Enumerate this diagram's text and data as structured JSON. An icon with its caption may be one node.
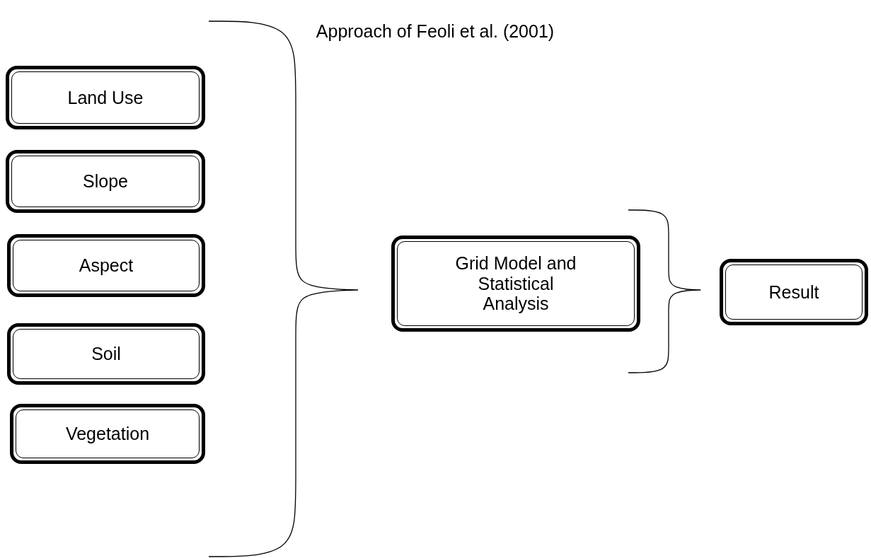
{
  "diagram": {
    "title": "Approach of Feoli et al. (2001)",
    "nodes": [
      {
        "text": [
          "Land Use"
        ]
      },
      {
        "text": [
          "Slope"
        ]
      },
      {
        "text": [
          "Aspect"
        ]
      },
      {
        "text": [
          "Soil"
        ]
      },
      {
        "text": [
          "Vegetation"
        ]
      },
      {
        "text": [
          "Grid Model and Statistical Analysis"
        ]
      },
      {
        "text": [
          "Result"
        ]
      }
    ]
  }
}
